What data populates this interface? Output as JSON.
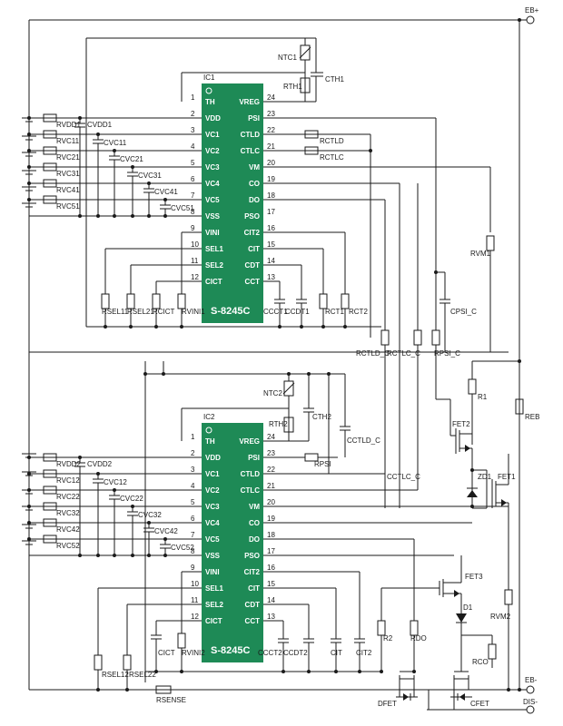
{
  "terminals": {
    "eb_plus": "EB+",
    "eb_minus": "EB-",
    "dis_minus": "DIS-"
  },
  "ic1": {
    "ref": "IC1",
    "part": "S-8245C",
    "left_pins": [
      {
        "num": "1",
        "name": "TH"
      },
      {
        "num": "2",
        "name": "VDD"
      },
      {
        "num": "3",
        "name": "VC1"
      },
      {
        "num": "4",
        "name": "VC2"
      },
      {
        "num": "5",
        "name": "VC3"
      },
      {
        "num": "6",
        "name": "VC4"
      },
      {
        "num": "7",
        "name": "VC5"
      },
      {
        "num": "8",
        "name": "VSS"
      },
      {
        "num": "9",
        "name": "VINI"
      },
      {
        "num": "10",
        "name": "SEL1"
      },
      {
        "num": "11",
        "name": "SEL2"
      },
      {
        "num": "12",
        "name": "CICT"
      }
    ],
    "right_pins": [
      {
        "num": "24",
        "name": "VREG"
      },
      {
        "num": "23",
        "name": "PSI"
      },
      {
        "num": "22",
        "name": "CTLD"
      },
      {
        "num": "21",
        "name": "CTLC"
      },
      {
        "num": "20",
        "name": "VM"
      },
      {
        "num": "19",
        "name": "CO"
      },
      {
        "num": "18",
        "name": "DO"
      },
      {
        "num": "17",
        "name": "PSO"
      },
      {
        "num": "16",
        "name": "CIT2"
      },
      {
        "num": "15",
        "name": "CIT"
      },
      {
        "num": "14",
        "name": "CDT"
      },
      {
        "num": "13",
        "name": "CCT"
      }
    ]
  },
  "ic2": {
    "ref": "IC2",
    "part": "S-8245C",
    "left_pins": [
      {
        "num": "1",
        "name": "TH"
      },
      {
        "num": "2",
        "name": "VDD"
      },
      {
        "num": "3",
        "name": "VC1"
      },
      {
        "num": "4",
        "name": "VC2"
      },
      {
        "num": "5",
        "name": "VC3"
      },
      {
        "num": "6",
        "name": "VC4"
      },
      {
        "num": "7",
        "name": "VC5"
      },
      {
        "num": "8",
        "name": "VSS"
      },
      {
        "num": "9",
        "name": "VINI"
      },
      {
        "num": "10",
        "name": "SEL1"
      },
      {
        "num": "11",
        "name": "SEL2"
      },
      {
        "num": "12",
        "name": "CICT"
      }
    ],
    "right_pins": [
      {
        "num": "24",
        "name": "VREG"
      },
      {
        "num": "23",
        "name": "PSI"
      },
      {
        "num": "22",
        "name": "CTLD"
      },
      {
        "num": "21",
        "name": "CTLC"
      },
      {
        "num": "20",
        "name": "VM"
      },
      {
        "num": "19",
        "name": "CO"
      },
      {
        "num": "18",
        "name": "DO"
      },
      {
        "num": "17",
        "name": "PSO"
      },
      {
        "num": "16",
        "name": "CIT2"
      },
      {
        "num": "15",
        "name": "CIT"
      },
      {
        "num": "14",
        "name": "CDT"
      },
      {
        "num": "13",
        "name": "CCT"
      }
    ]
  },
  "components_top": {
    "ntc1": "NTC1",
    "rth1": "RTH1",
    "cth1": "CTH1",
    "rvdd1": "RVDD1",
    "cvdd1": "CVDD1",
    "rvc11": "RVC11",
    "cvc11": "CVC11",
    "rvc21": "RVC21",
    "cvc21": "CVC21",
    "rvc31": "RVC31",
    "cvc31": "CVC31",
    "rvc41": "RVC41",
    "cvc41": "CVC41",
    "rvc51": "RVC51",
    "cvc51": "CVC51",
    "rctld": "RCTLD",
    "rctlc": "RCTLC",
    "rvm1": "RVM1",
    "cpsi_c": "CPSI_C",
    "rsel11": "RSEL11",
    "rsel21": "RSEL21",
    "rcict": "RCICT",
    "rvini1": "RVINI1",
    "ccct1": "CCCT1",
    "ccdt1": "CCDT1",
    "rct1": "RCT1",
    "rct2": "RCT2",
    "rctld_c": "RCTLD_C",
    "rctlc_c": "RCTLC_C",
    "rpsi_c": "RPSI_C"
  },
  "components_bottom": {
    "ntc2": "NTC2",
    "rth2": "RTH2",
    "cth2": "CTH2",
    "rvdd2": "RVDD2",
    "cvdd2": "CVDD2",
    "rvc12": "RVC12",
    "cvc12": "CVC12",
    "rvc22": "RVC22",
    "cvc22": "CVC22",
    "rvc32": "RVC32",
    "cvc32": "CVC32",
    "rvc42": "RVC42",
    "cvc42": "CVC42",
    "rvc52": "RVC52",
    "cvc52": "CVC52",
    "rpsi": "RPSI",
    "cctld_c": "CCTLD_C",
    "cctlc_c": "CCTLC_C",
    "rsel12": "RSEL12",
    "rsel22": "RSEL22",
    "cict": "CICT",
    "rvini2": "RVINI2",
    "ccct2": "CCCT2",
    "ccdt2": "CCDT2",
    "cit": "CIT",
    "cit2": "CIT2",
    "rsense": "RSENSE",
    "r2": "R2",
    "rdo": "RDO",
    "rco": "RCO",
    "rvm2": "RVM2"
  },
  "power_stage": {
    "r1": "R1",
    "reb": "REB",
    "fet1": "FET1",
    "fet2": "FET2",
    "fet3": "FET3",
    "zd1": "ZD1",
    "d1": "D1",
    "dfet": "DFET",
    "cfet": "CFET"
  }
}
